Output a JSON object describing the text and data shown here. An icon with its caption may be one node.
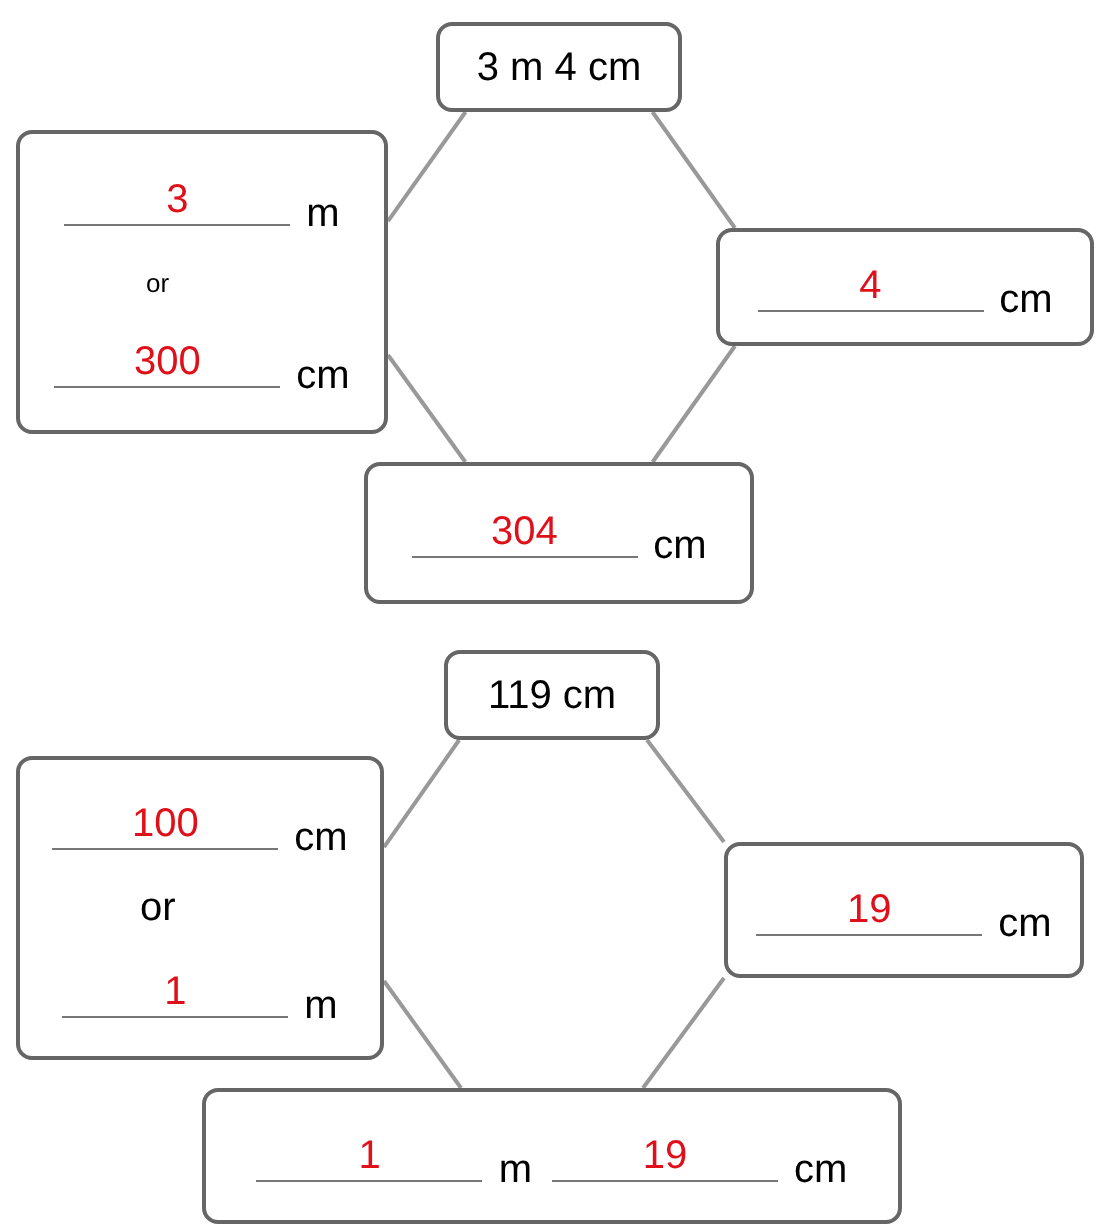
{
  "diagram": {
    "nodes": [
      {
        "text": [
          "3 m 4 cm"
        ]
      },
      {
        "text": [
          "3",
          "m",
          "or",
          "300",
          "cm"
        ]
      },
      {
        "text": [
          "4",
          "cm"
        ]
      },
      {
        "text": [
          "304",
          "cm"
        ]
      },
      {
        "text": [
          "119 cm"
        ]
      },
      {
        "text": [
          "100",
          "cm",
          "or",
          "1",
          "m"
        ]
      },
      {
        "text": [
          "19",
          "cm"
        ]
      },
      {
        "text": [
          "1",
          "m",
          "19",
          "cm"
        ]
      }
    ],
    "edges": [
      {
        "from": 0,
        "to": 1,
        "arrow": "none"
      },
      {
        "from": 1,
        "to": 3,
        "arrow": "none"
      },
      {
        "from": 3,
        "to": 2,
        "arrow": "none"
      },
      {
        "from": 2,
        "to": 0,
        "arrow": "none"
      },
      {
        "from": 4,
        "to": 5,
        "arrow": "none"
      },
      {
        "from": 5,
        "to": 7,
        "arrow": "none"
      },
      {
        "from": 7,
        "to": 6,
        "arrow": "none"
      },
      {
        "from": 6,
        "to": 4,
        "arrow": "none"
      }
    ]
  }
}
